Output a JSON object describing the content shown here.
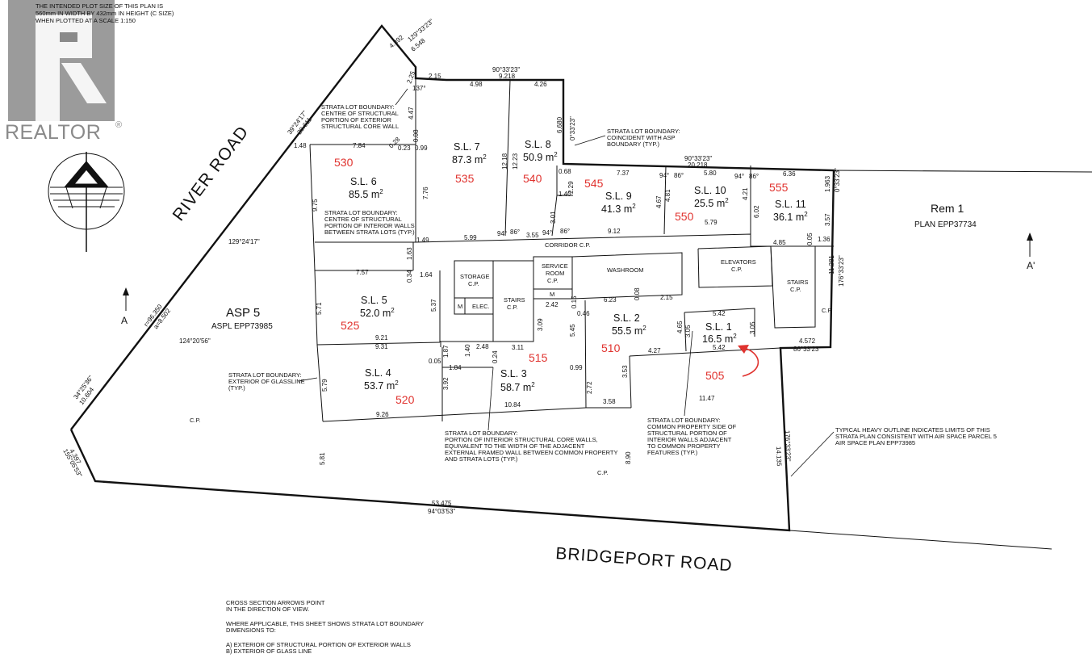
{
  "header": {
    "plot_note": [
      "THE INTENDED PLOT SIZE OF THIS PLAN IS",
      "560mm IN WIDTH BY 432mm IN HEIGHT (C SIZE)",
      "WHEN PLOTTED AT A SCALE 1:150"
    ]
  },
  "watermark": {
    "brand": "REALTOR",
    "symbol": "®"
  },
  "roads": {
    "river": "RIVER  ROAD",
    "bridgeport": "BRIDGEPORT  ROAD"
  },
  "parcels": {
    "rem_title": "Rem 1",
    "rem_plan": "PLAN EPP37734",
    "asp_title": "ASP 5",
    "asp_plan": "ASPL EPP73985",
    "cp": "C.P."
  },
  "lots": [
    {
      "name": "S.L. 1",
      "area": "16.5",
      "unit": "505"
    },
    {
      "name": "S.L. 2",
      "area": "55.5",
      "unit": "510"
    },
    {
      "name": "S.L. 3",
      "area": "58.7",
      "unit": "515"
    },
    {
      "name": "S.L. 4",
      "area": "53.7",
      "unit": "520"
    },
    {
      "name": "S.L. 5",
      "area": "52.0",
      "unit": "525"
    },
    {
      "name": "S.L. 6",
      "area": "85.5",
      "unit": "530"
    },
    {
      "name": "S.L. 7",
      "area": "87.3",
      "unit": "535"
    },
    {
      "name": "S.L. 8",
      "area": "50.9",
      "unit": "540"
    },
    {
      "name": "S.L. 9",
      "area": "41.3",
      "unit": "545"
    },
    {
      "name": "S.L. 10",
      "area": "25.5",
      "unit": "550"
    },
    {
      "name": "S.L. 11",
      "area": "36.1",
      "unit": "555"
    }
  ],
  "area_unit": "m",
  "area_sup": "2",
  "rooms": {
    "corridor": "CORRIDOR  C.P.",
    "storage": [
      "STORAGE",
      "C.P."
    ],
    "elec": "ELEC.",
    "m": "M",
    "stairs": [
      "STAIRS",
      "C.P."
    ],
    "service": [
      "SERVICE",
      "ROOM",
      "C.P."
    ],
    "washroom": "WASHROOM",
    "elevators": [
      "ELEVATORS",
      "C.P."
    ]
  },
  "section": {
    "a": "A",
    "a_prime": "A'"
  },
  "notes": {
    "core_wall": [
      "STRATA LOT BOUNDARY:",
      "CENTRE OF STRUCTURAL",
      "PORTION OF EXTERIOR",
      "STRUCTURAL CORE WALL"
    ],
    "coincident": [
      "STRATA LOT BOUNDARY:",
      "COINCIDENT WITH ASP",
      "BOUNDARY (TYP.)"
    ],
    "interior_walls": [
      "STRATA LOT BOUNDARY:",
      "CENTRE OF STRUCTURAL",
      "PORTION OF INTERIOR WALLS",
      "BETWEEN STRATA LOTS (TYP.)"
    ],
    "glassline": [
      "STRATA LOT BOUNDARY:",
      "EXTERIOR OF GLASSLINE",
      "(TYP.)"
    ],
    "core_walls_cp": [
      "STRATA LOT BOUNDARY:",
      "PORTION OF INTERIOR STRUCTURAL CORE WALLS,",
      "EQUIVALENT TO THE WIDTH OF THE ADJACENT",
      "EXTERNAL FRAMED WALL BETWEEN COMMON PROPERTY",
      "AND STRATA LOTS (TYP.)"
    ],
    "cp_side": [
      "STRATA LOT BOUNDARY:",
      "COMMON PROPERTY SIDE OF",
      "STRUCTURAL PORTION OF",
      "INTERIOR WALLS ADJACENT",
      "TO COMMON PROPERTY",
      "FEATURES (TYP.)"
    ],
    "heavy_outline": [
      "TYPICAL HEAVY OUTLINE INDICATES LIMITS OF THIS",
      "STRATA PLAN CONSISTENT WITH AIR SPACE PARCEL 5",
      "AIR SPACE PLAN EPP73985"
    ],
    "footer": [
      "CROSS SECTION ARROWS POINT",
      "IN THE DIRECTION OF VIEW.",
      "",
      "WHERE APPLICABLE, THIS SHEET SHOWS STRATA LOT BOUNDARY",
      "DIMENSIONS TO:",
      "",
      "A) EXTERIOR OF STRUCTURAL PORTION OF EXTERIOR WALLS",
      "B) EXTERIOR OF GLASS LINE"
    ]
  },
  "dims": {
    "d4392": "4.392",
    "brg1": "129°33'23\"",
    "d6548": "6.548",
    "d225": "2.25",
    "d215": "2.15",
    "d137": "137°",
    "brg2": "90°33'23\"",
    "d9218": "9.218",
    "d498": "4.98",
    "d426": "4.26",
    "d447": "4.47",
    "d6680": "6.680",
    "brg3": "0°33'23\"",
    "d784": "7.84",
    "d023": "0.23",
    "d099": "0.99",
    "d008": "0.08",
    "d028": "0.28",
    "d975": "9.75",
    "d776": "7.76",
    "d1218": "12.18",
    "d1223": "12.23",
    "d068": "0.68",
    "d229": "2.29",
    "d140": "1.40",
    "d301": "3.01",
    "d737": "7.37",
    "d580": "5.80",
    "d636": "6.36",
    "brg4": "90°33'23\"",
    "d20218": "20.218",
    "d1963": "1.963",
    "brg5": "0°33'23\"",
    "d467": "4.67",
    "d481": "4.81",
    "d421": "4.21",
    "d602": "6.02",
    "d357": "3.57",
    "d579": "5.79",
    "a94a": "94°",
    "a86a": "86°",
    "a94b": "94°",
    "a86b": "86°",
    "a94c": "94°",
    "a86c": "86°",
    "a94d": "94°",
    "a86d": "86°",
    "d149": "1.49",
    "d599": "5.99",
    "d355": "3.55",
    "d912": "9.12",
    "d485": "4.85",
    "d005": "0.05",
    "d136": "1.36",
    "d757": "7.57",
    "d163": "1.63",
    "d034": "0.34",
    "d164": "1.64",
    "d571": "5.71",
    "d537": "5.37",
    "d921": "9.21",
    "d931": "9.31",
    "d005b": "0.05",
    "d187": "1.87",
    "d140b": "1.40",
    "d248": "2.48",
    "d024": "0.24",
    "d311": "3.11",
    "d184": "1.84",
    "d242": "2.42",
    "d015": "0.15",
    "d046": "0.46",
    "d309": "3.09",
    "d545": "5.45",
    "d623": "6.23",
    "d008b": "0.08",
    "d215b": "2.15",
    "d542": "5.42",
    "d465": "4.65",
    "d305": "3.05",
    "d305b": "3.05",
    "d542b": "5.42",
    "d427": "4.27",
    "d4572": "4.572",
    "brg6": "86°33'23\"",
    "d1281": "11.281",
    "brg7": "176°33'23\"",
    "d099b": "0.99",
    "d272": "2.72",
    "d353": "3.53",
    "d392": "3.92",
    "d579b": "5.79",
    "d1084": "10.84",
    "d358": "3.58",
    "d1147": "11.47",
    "d926": "9.26",
    "d581": "5.81",
    "d890": "8.90",
    "d14135": "14.135",
    "brg8": "176°33'23\"",
    "d53475": "53.475",
    "brg9": "94°03'53\"",
    "d4397": "4.397",
    "brg10": "155°05'53\"",
    "brg11": "34°25'36\"",
    "d10604": "10.604",
    "r96350": "r=96.350",
    "a8502": "a=8.502",
    "brg12": "129°24'17\"",
    "brg13": "124°20'56\"",
    "brg14": "39°24'17\"",
    "d20611": "20.611",
    "d148": "1.48"
  }
}
